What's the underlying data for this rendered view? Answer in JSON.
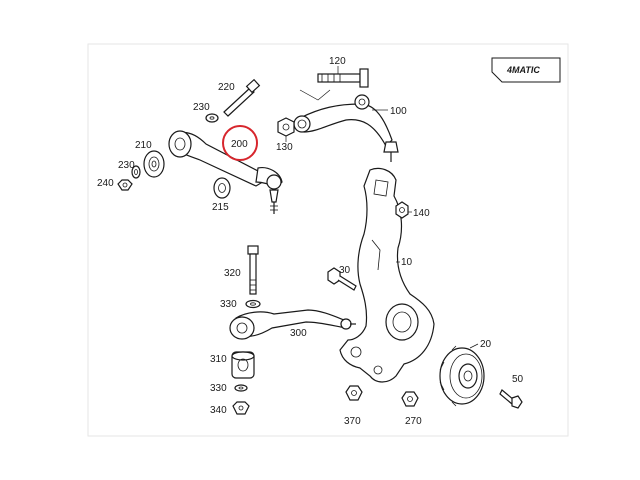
{
  "badge": {
    "text": "4MATIC"
  },
  "highlight_color": "#d7262d",
  "labels": {
    "l120": "120",
    "l220": "220",
    "l230a": "230",
    "l200": "200",
    "l100": "100",
    "l130": "130",
    "l210": "210",
    "l230b": "230",
    "l240": "240",
    "l215": "215",
    "l140": "140",
    "l320": "320",
    "l30": "30",
    "l10": "10",
    "l330a": "330",
    "l300": "300",
    "l20": "20",
    "l310": "310",
    "l330b": "330",
    "l340": "340",
    "l370": "370",
    "l270": "270",
    "l50": "50"
  }
}
